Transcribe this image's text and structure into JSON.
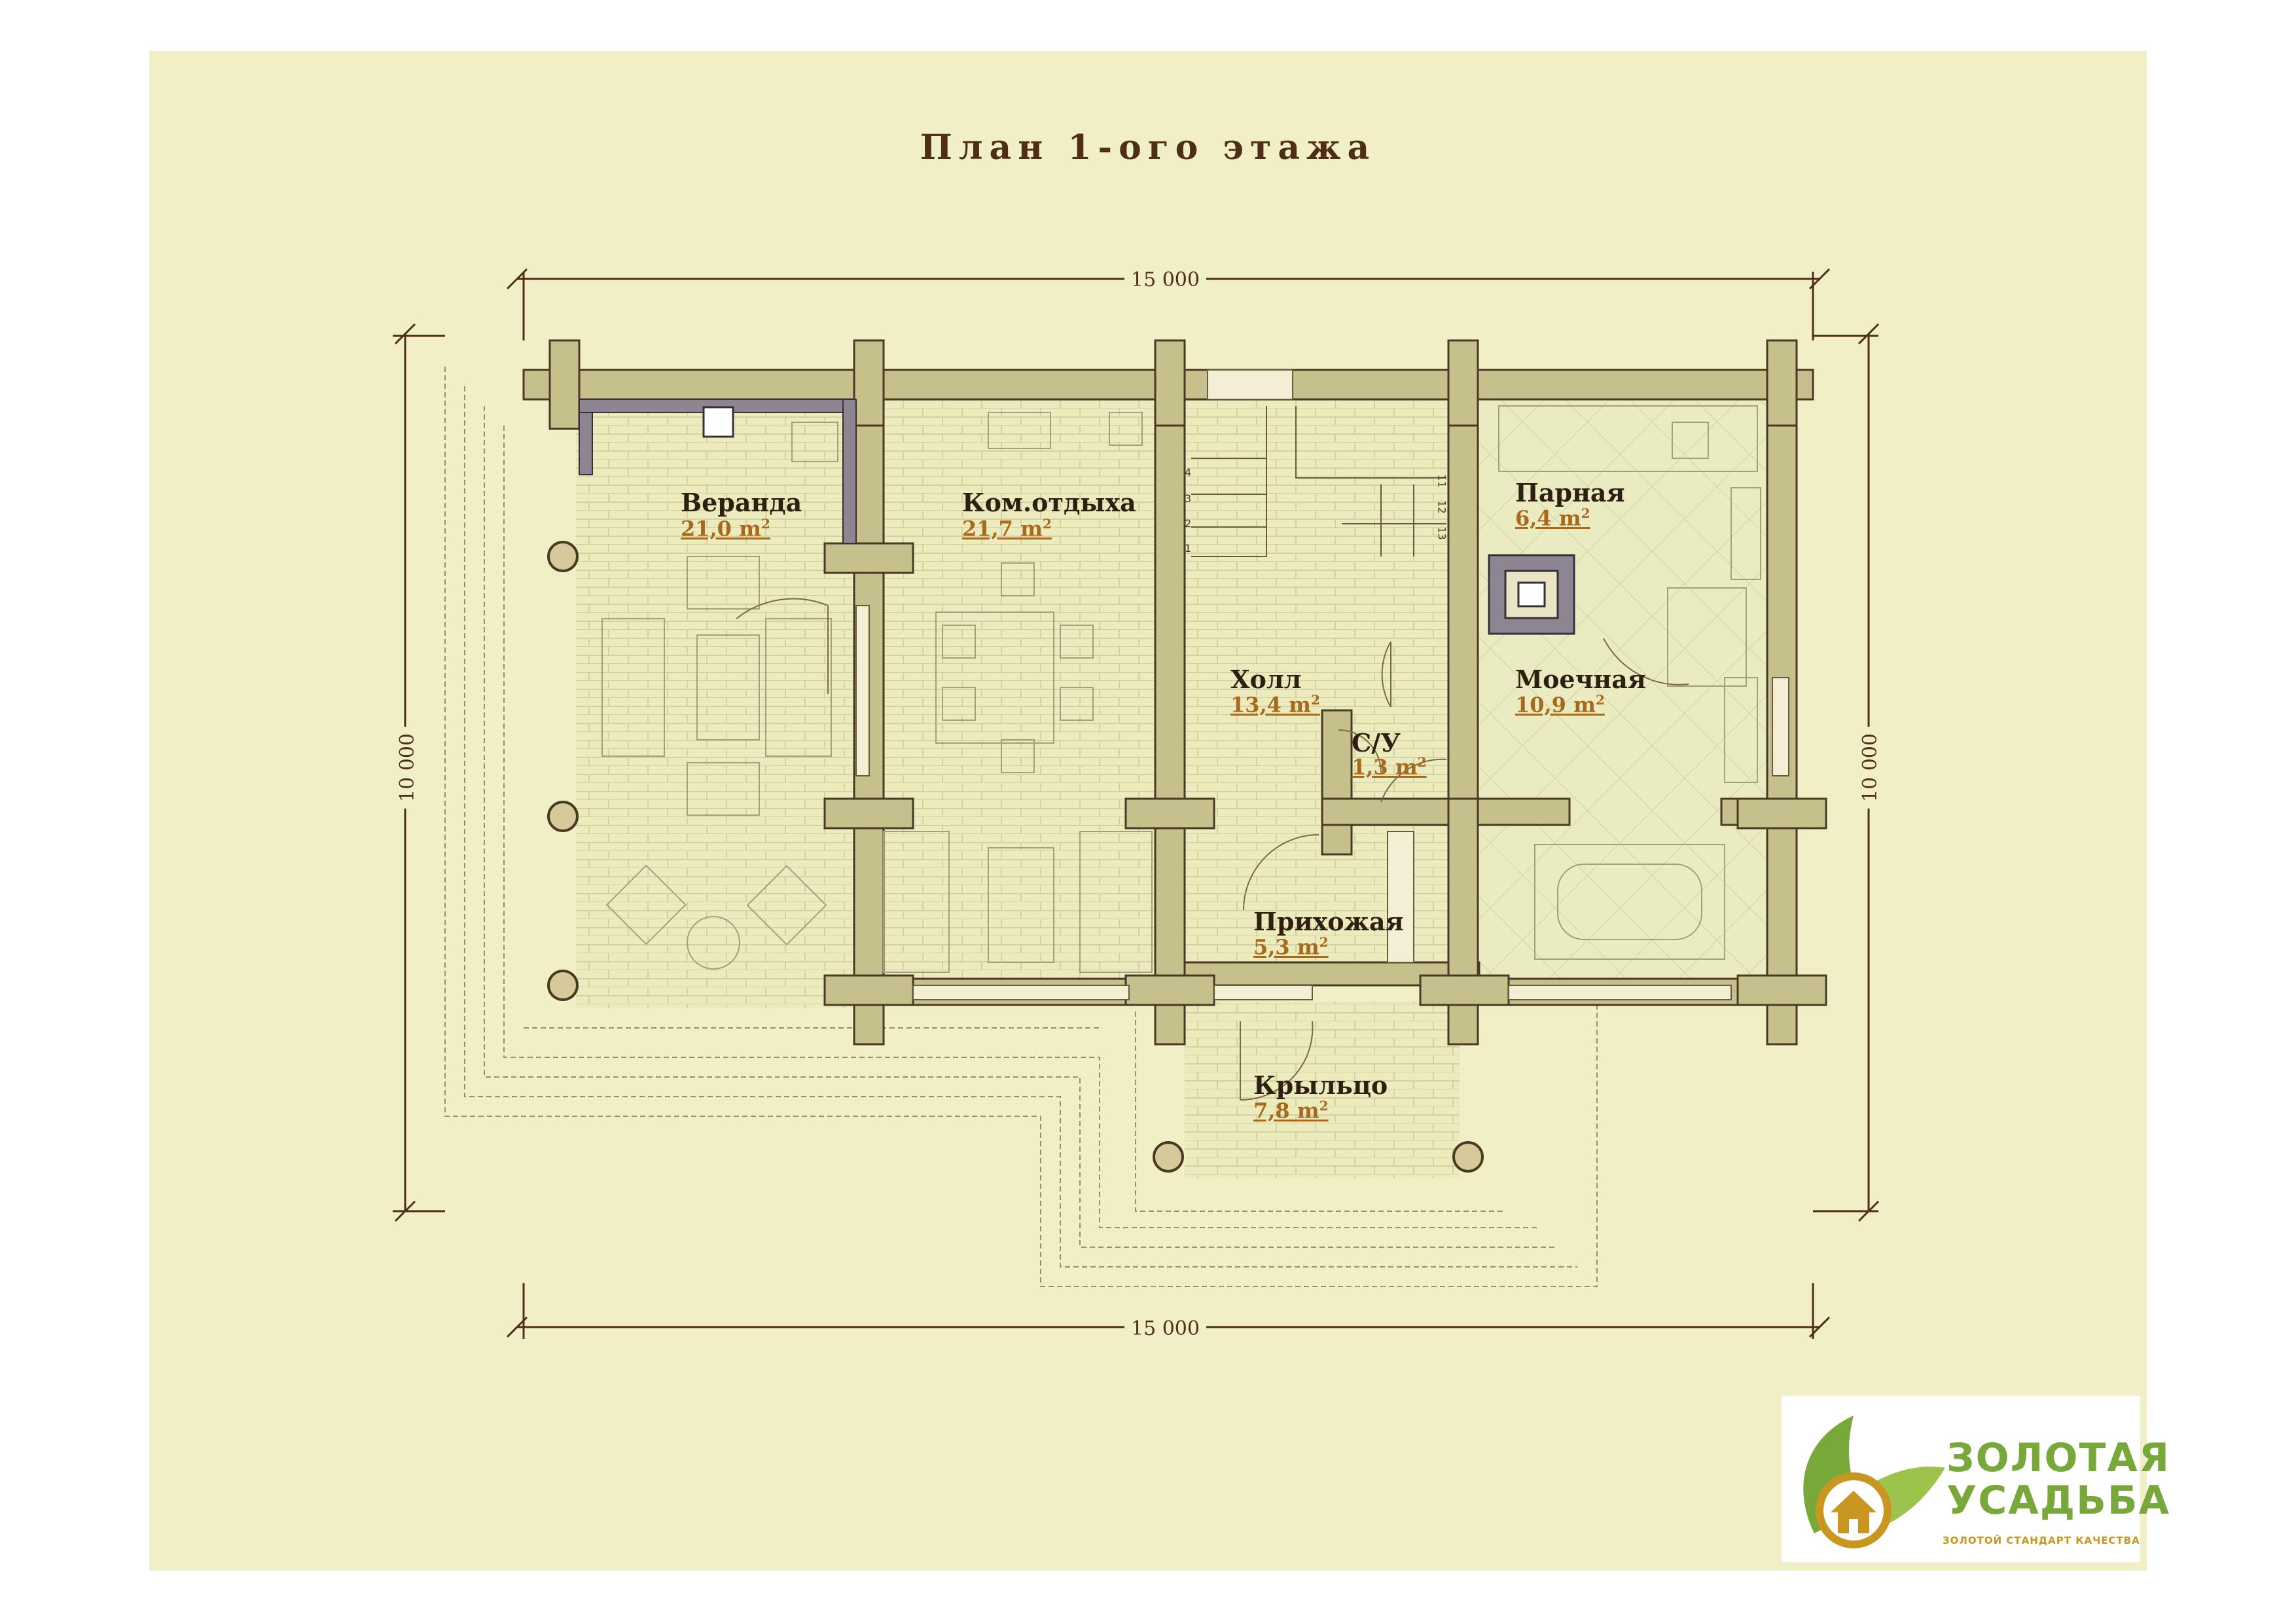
{
  "title": "План 1-ого этажа",
  "dimensions": {
    "top": "15 000",
    "bottom": "15 000",
    "left": "10 000",
    "right": "10 000"
  },
  "rooms": [
    {
      "name": "Веранда",
      "area": "21,0 m",
      "area_unit_sup": "2"
    },
    {
      "name": "Ком.отдыха",
      "area": "21,7 m",
      "area_unit_sup": "2"
    },
    {
      "name": "Парная",
      "area": "6,4 m",
      "area_unit_sup": "2"
    },
    {
      "name": "Холл",
      "area": "13,4 m",
      "area_unit_sup": "2"
    },
    {
      "name": "Моечная",
      "area": "10,9 m",
      "area_unit_sup": "2"
    },
    {
      "name": "С/У",
      "area": "1,3 m",
      "area_unit_sup": "2"
    },
    {
      "name": "Прихожая",
      "area": "5,3 m",
      "area_unit_sup": "2"
    },
    {
      "name": "Крыльцо",
      "area": "7,8 m",
      "area_unit_sup": "2"
    }
  ],
  "stair_numbers_left": [
    "4",
    "3",
    "2",
    "1"
  ],
  "stair_numbers_right": [
    "11",
    "12",
    "13"
  ],
  "logo": {
    "line1": "ЗОЛОТАЯ",
    "line2": "УСАДЬБА",
    "tagline": "ЗОЛОТОЙ СТАНДАРТ КАЧЕСТВА"
  },
  "colors": {
    "background": "#f1efc6",
    "wall": "#c6c08c",
    "wall_stroke": "#4a3a24",
    "accent": "#a8691a",
    "logo_green": "#79a83a",
    "logo_gold": "#c9971f"
  }
}
